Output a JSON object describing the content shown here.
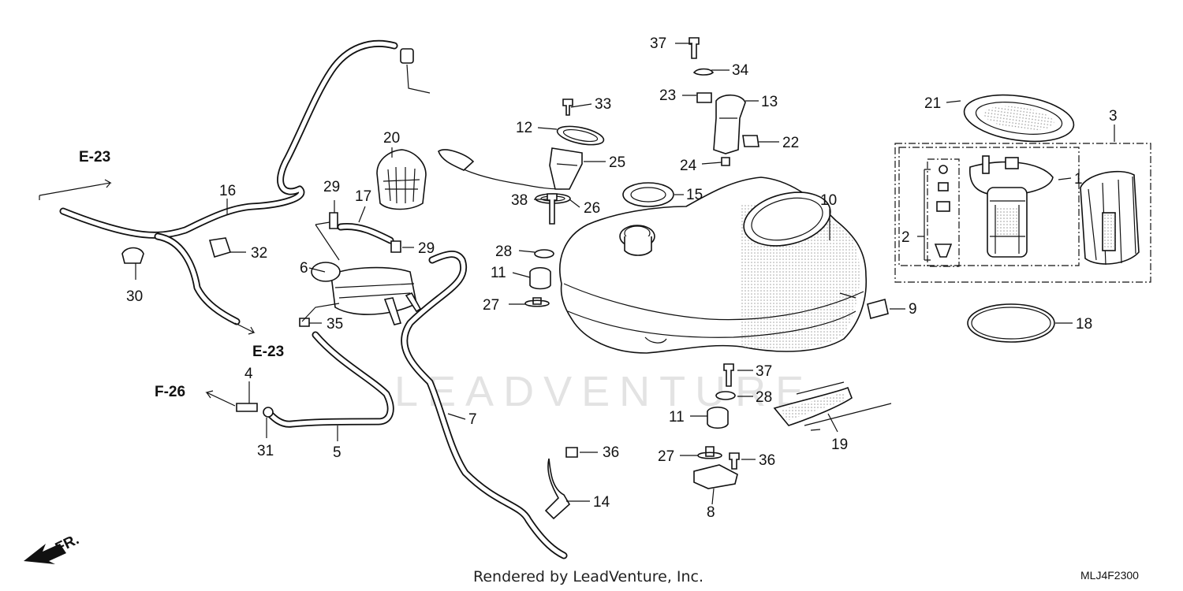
{
  "callouts": [
    {
      "id": "c1",
      "text": "1"
    },
    {
      "id": "c2",
      "text": "2"
    },
    {
      "id": "c3",
      "text": "3"
    },
    {
      "id": "c4",
      "text": "4"
    },
    {
      "id": "c5",
      "text": "5"
    },
    {
      "id": "c6",
      "text": "6"
    },
    {
      "id": "c7",
      "text": "7"
    },
    {
      "id": "c8",
      "text": "8"
    },
    {
      "id": "c9",
      "text": "9"
    },
    {
      "id": "c10",
      "text": "10"
    },
    {
      "id": "c11a",
      "text": "11"
    },
    {
      "id": "c11b",
      "text": "11"
    },
    {
      "id": "c12",
      "text": "12"
    },
    {
      "id": "c13",
      "text": "13"
    },
    {
      "id": "c14",
      "text": "14"
    },
    {
      "id": "c15",
      "text": "15"
    },
    {
      "id": "c16",
      "text": "16"
    },
    {
      "id": "c17",
      "text": "17"
    },
    {
      "id": "c18",
      "text": "18"
    },
    {
      "id": "c19",
      "text": "19"
    },
    {
      "id": "c20",
      "text": "20"
    },
    {
      "id": "c21",
      "text": "21"
    },
    {
      "id": "c22",
      "text": "22"
    },
    {
      "id": "c23",
      "text": "23"
    },
    {
      "id": "c24",
      "text": "24"
    },
    {
      "id": "c25",
      "text": "25"
    },
    {
      "id": "c26",
      "text": "26"
    },
    {
      "id": "c27a",
      "text": "27"
    },
    {
      "id": "c27b",
      "text": "27"
    },
    {
      "id": "c28a",
      "text": "28"
    },
    {
      "id": "c28b",
      "text": "28"
    },
    {
      "id": "c29a",
      "text": "29"
    },
    {
      "id": "c29b",
      "text": "29"
    },
    {
      "id": "c30",
      "text": "30"
    },
    {
      "id": "c31",
      "text": "31"
    },
    {
      "id": "c32",
      "text": "32"
    },
    {
      "id": "c33",
      "text": "33"
    },
    {
      "id": "c34",
      "text": "34"
    },
    {
      "id": "c35",
      "text": "35"
    },
    {
      "id": "c36a",
      "text": "36"
    },
    {
      "id": "c36b",
      "text": "36"
    },
    {
      "id": "c37a",
      "text": "37"
    },
    {
      "id": "c37b",
      "text": "37"
    },
    {
      "id": "c38",
      "text": "38"
    }
  ],
  "references": {
    "e23_top": "E-23",
    "e23_bottom": "E-23",
    "f26": "F-26",
    "front": "FR."
  },
  "watermark": "LEADVENTURE",
  "footer": {
    "rendered_by": "Rendered by LeadVenture, Inc.",
    "diagram_code": "MLJ4F2300"
  }
}
